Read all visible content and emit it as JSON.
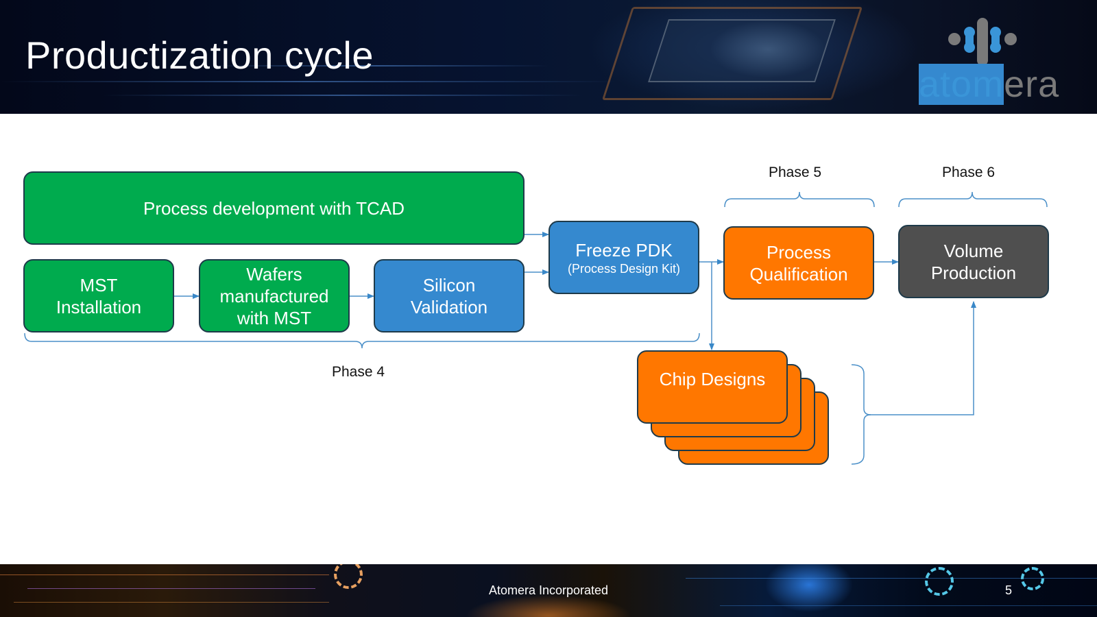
{
  "slide": {
    "title": "Productization cycle",
    "logo": {
      "icon": "atomera-molecule-logo-icon",
      "word_blue": "atom",
      "word_gray": "era",
      "colors": {
        "blue": "#3a95d8",
        "gray": "#7a7a7a"
      }
    },
    "footer": {
      "company": "Atomera Incorporated",
      "page_number": "5"
    }
  },
  "diagram": {
    "colors": {
      "green": "#00ab4e",
      "blue": "#3589cf",
      "orange": "#ff7700",
      "dark": "#4f4f4f",
      "connector": "#4a8fc8"
    },
    "nodes": {
      "tcad": {
        "label": "Process development with TCAD"
      },
      "mst": {
        "label_line1": "MST",
        "label_line2": "Installation"
      },
      "wafers": {
        "label_line1": "Wafers",
        "label_line2": "manufactured",
        "label_line3": "with MST"
      },
      "silicon": {
        "label_line1": "Silicon",
        "label_line2": "Validation"
      },
      "pdk": {
        "label": "Freeze PDK",
        "sublabel": "(Process Design Kit)"
      },
      "qualification": {
        "label_line1": "Process",
        "label_line2": "Qualification"
      },
      "volume": {
        "label_line1": "Volume",
        "label_line2": "Production"
      },
      "chips": {
        "label": "Chip Designs",
        "stack_count": 4
      }
    },
    "phases": {
      "phase4": "Phase 4",
      "phase5": "Phase 5",
      "phase6": "Phase 6"
    },
    "edges": [
      {
        "from": "mst",
        "to": "wafers"
      },
      {
        "from": "wafers",
        "to": "silicon"
      },
      {
        "from": "tcad",
        "to": "pdk"
      },
      {
        "from": "silicon",
        "to": "pdk"
      },
      {
        "from": "pdk",
        "to": "qualification"
      },
      {
        "from": "pdk",
        "to": "chips"
      },
      {
        "from": "qualification",
        "to": "volume"
      },
      {
        "from": "chips",
        "to": "volume"
      }
    ]
  }
}
